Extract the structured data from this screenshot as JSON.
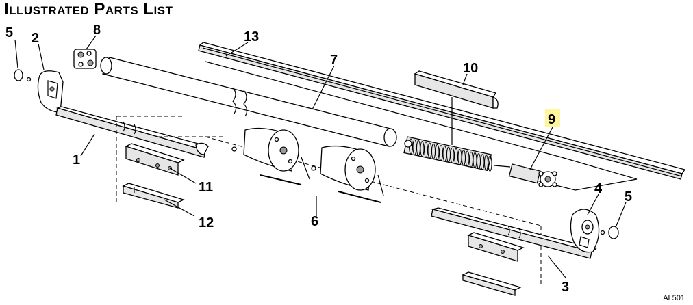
{
  "title": "Illustrated Parts List",
  "figure_code": "AL501",
  "callouts": {
    "c1": "1",
    "c2": "2",
    "c3": "3",
    "c4": "4",
    "c5a": "5",
    "c5b": "5",
    "c6": "6",
    "c7": "7",
    "c8": "8",
    "c9": "9",
    "c10": "10",
    "c11": "11",
    "c12": "12",
    "c13": "13"
  },
  "highlight_color": "#fff59d"
}
